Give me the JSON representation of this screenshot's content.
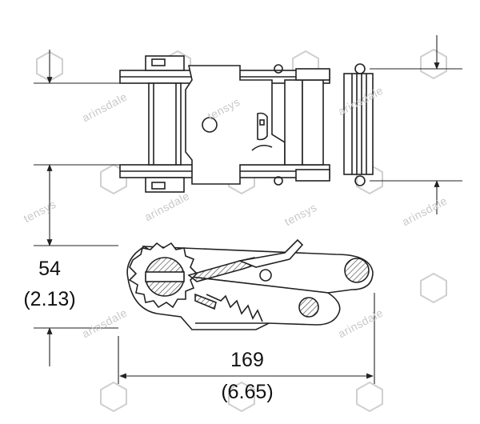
{
  "dimensions": {
    "height": {
      "mm": "54",
      "inch": "(2.13)"
    },
    "length": {
      "mm": "169",
      "inch": "(6.65)"
    }
  },
  "watermarks": [
    "tensys",
    "arinsdale",
    "tensys",
    "arinsdale",
    "arinsdale",
    "tensys",
    "arinsdale",
    "arinsdale",
    "arinsdale"
  ],
  "colors": {
    "line": "#222222",
    "watermark": "#c8c8c8",
    "hatch": "#444444"
  },
  "icons": {
    "brand_logo": "hexagon-logo-icon"
  }
}
